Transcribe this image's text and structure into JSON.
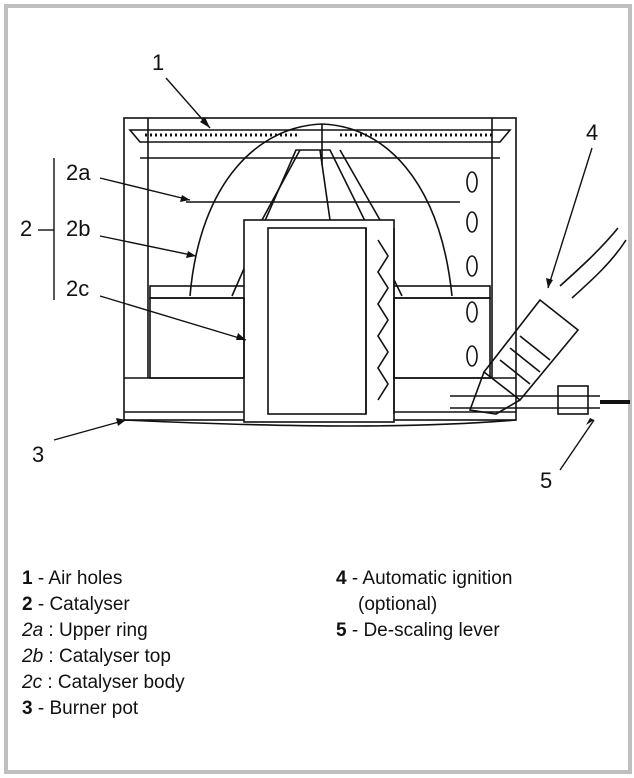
{
  "callouts": {
    "c1": "1",
    "c2": "2",
    "c2a": "2a",
    "c2b": "2b",
    "c2c": "2c",
    "c3": "3",
    "c4": "4",
    "c5": "5"
  },
  "legend": {
    "left": [
      {
        "num": "1",
        "style": "bold",
        "text": " - Air holes"
      },
      {
        "num": "2",
        "style": "bold",
        "text": " - Catalyser"
      },
      {
        "num": "2a",
        "style": "italic",
        "text": " : Upper ring"
      },
      {
        "num": "2b",
        "style": "italic",
        "text": " : Catalyser top"
      },
      {
        "num": "2c",
        "style": "italic",
        "text": " : Catalyser body"
      },
      {
        "num": "3",
        "style": "bold",
        "text": " - Burner pot"
      }
    ],
    "right": [
      {
        "num": "4",
        "style": "bold",
        "text": " - Automatic ignition"
      },
      {
        "num": "",
        "style": "indent",
        "text": "(optional)"
      },
      {
        "num": "5",
        "style": "bold",
        "text": " - De-scaling lever"
      }
    ]
  }
}
